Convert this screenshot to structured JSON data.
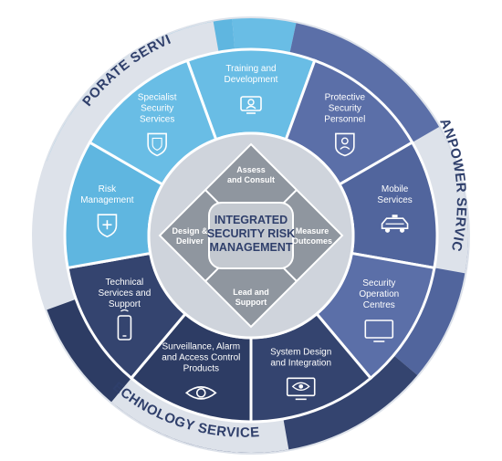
{
  "center": {
    "title_lines": [
      "INTEGRATED",
      "SECURITY RISK",
      "MANAGEMENT"
    ],
    "stages": [
      {
        "id": "assess",
        "lines": [
          "Assess",
          "and Consult"
        ]
      },
      {
        "id": "measure",
        "lines": [
          "Measure",
          "Outcomes"
        ]
      },
      {
        "id": "lead",
        "lines": [
          "Lead and",
          "Support"
        ]
      },
      {
        "id": "design",
        "lines": [
          "Design &",
          "Deliver"
        ]
      }
    ]
  },
  "arcs": [
    {
      "id": "corporate",
      "label": "CORPORATE SERVICES"
    },
    {
      "id": "manpower",
      "label": "MANPOWER SERVICES"
    },
    {
      "id": "technology",
      "label": "TECHNOLOGY SERVICES"
    }
  ],
  "segments": [
    {
      "id": "training",
      "lines": [
        "Training and",
        "Development"
      ],
      "icon": "person-on-screen-icon",
      "group": "corporate"
    },
    {
      "id": "protective",
      "lines": [
        "Protective",
        "Security",
        "Personnel"
      ],
      "icon": "person-badge-icon",
      "group": "manpower"
    },
    {
      "id": "mobile",
      "lines": [
        "Mobile",
        "Services"
      ],
      "icon": "patrol-car-icon",
      "group": "manpower"
    },
    {
      "id": "soc",
      "lines": [
        "Security",
        "Operation",
        "Centres"
      ],
      "icon": "monitor-icon",
      "group": "manpower"
    },
    {
      "id": "sdi",
      "lines": [
        "System Design",
        "and Integration"
      ],
      "icon": "eye-monitor-icon",
      "group": "technology"
    },
    {
      "id": "surveillance",
      "lines": [
        "Surveillance, Alarm",
        "and Access Control",
        "Products"
      ],
      "icon": "eye-icon",
      "group": "technology"
    },
    {
      "id": "tech",
      "lines": [
        "Technical",
        "Services and",
        "Support"
      ],
      "icon": "mobile-phone-icon",
      "group": "technology"
    },
    {
      "id": "risk",
      "lines": [
        "Risk",
        "Management"
      ],
      "icon": "shield-plus-icon",
      "group": "corporate"
    },
    {
      "id": "specialist",
      "lines": [
        "Specialist",
        "Security",
        "Services"
      ],
      "icon": "shield-icon",
      "group": "corporate"
    }
  ],
  "colors": {
    "corporate": "#5fb6e0",
    "corporate_alt": "#69bde5",
    "manpower": "#5b6fa8",
    "manpower_alt": "#51659d",
    "technology": "#34446f",
    "technology_alt": "#2d3c64",
    "outer_light": "#dde2ea",
    "inner_ring": "#cfd4dc",
    "diamond": "#8f969f",
    "diamond_center": "#c4c9d0",
    "arc_text": "#2f3f6b",
    "white": "#ffffff"
  }
}
